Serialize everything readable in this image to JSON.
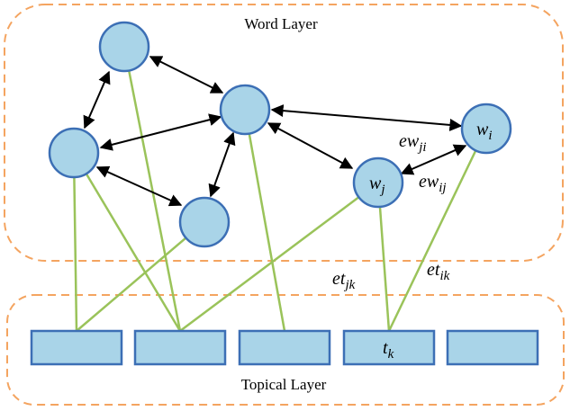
{
  "layers": {
    "word": {
      "title": "Word Layer"
    },
    "topical": {
      "title": "Topical Layer"
    }
  },
  "nodes": {
    "wi": {
      "base": "w",
      "sub": "i"
    },
    "wj": {
      "base": "w",
      "sub": "j"
    }
  },
  "topics": {
    "tk": {
      "base": "t",
      "sub": "k"
    }
  },
  "edge_labels": {
    "ewji": {
      "base": "ew",
      "sub": "ji"
    },
    "ewij": {
      "base": "ew",
      "sub": "ij"
    },
    "etjk": {
      "base": "et",
      "sub": "jk"
    },
    "etik": {
      "base": "et",
      "sub": "ik"
    }
  },
  "colors": {
    "node_fill": "#a9d4e8",
    "node_stroke": "#3c6fb5",
    "layer_border": "#f4a460",
    "word_topic_link": "#9ac35a",
    "word_word_edge": "#000000"
  }
}
